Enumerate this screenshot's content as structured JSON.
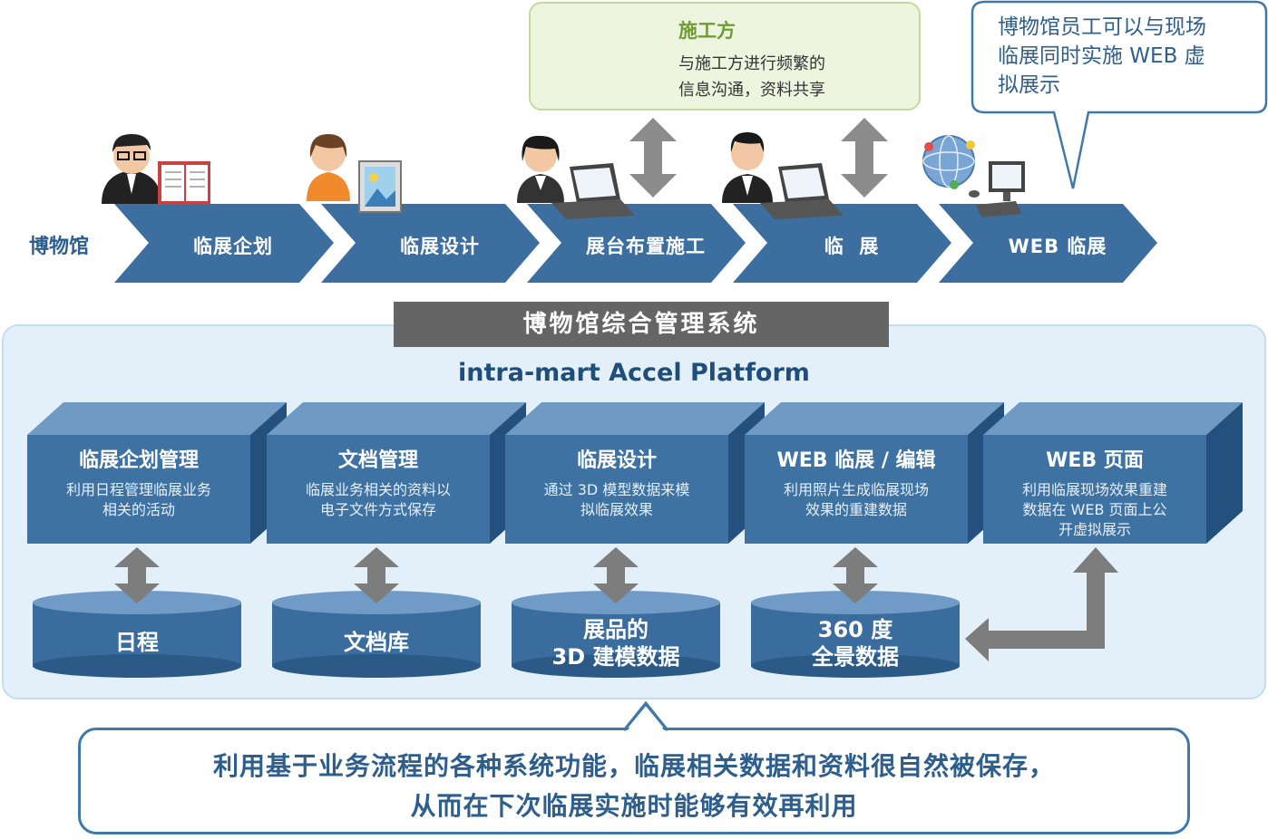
{
  "contractor": {
    "title": "施工方",
    "desc_line1": "与施工方进行频繁的",
    "desc_line2": "信息沟通，资料共享"
  },
  "web_note": {
    "line1": "博物馆员工可以与现场",
    "line2": "临展同时实施 WEB 虚",
    "line3": "拟展示"
  },
  "museum_label": "博物馆",
  "process_steps": [
    "临展企划",
    "临展设计",
    "展台布置施工",
    "临  展",
    "WEB 临展"
  ],
  "system": {
    "title": "博物馆综合管理系统",
    "platform": "intra-mart Accel Platform",
    "modules": [
      {
        "title": "临展企划管理",
        "desc": [
          "利用日程管理临展业务",
          "相关的活动"
        ]
      },
      {
        "title": "文档管理",
        "desc": [
          "临展业务相关的资料以",
          "电子文件方式保存"
        ]
      },
      {
        "title": "临展设计",
        "desc": [
          "通过 3D 模型数据来模",
          "拟临展效果"
        ]
      },
      {
        "title": "WEB 临展 / 编辑",
        "desc": [
          "利用照片生成临展现场",
          "效果的重建数据"
        ]
      },
      {
        "title": "WEB 页面",
        "desc": [
          "利用临展现场效果重建",
          "数据在 WEB 页面上公",
          "开虚拟展示"
        ]
      }
    ],
    "databases": [
      {
        "line1": "日程",
        "line2": ""
      },
      {
        "line1": "文档库",
        "line2": ""
      },
      {
        "line1": "展品的",
        "line2": "3D 建模数据"
      },
      {
        "line1": "360 度",
        "line2": "全景数据"
      }
    ]
  },
  "summary": {
    "line1": "利用基于业务流程的各种系统功能，临展相关数据和资料很自然被保存，",
    "line2": "从而在下次临展实施时能够有效再利用"
  },
  "colors": {
    "chevron": "#3c6f9f",
    "module_front": "#3d72a3",
    "module_top": "#6e9ac3",
    "module_side": "#23507c",
    "cylinder": "#3a6d9d",
    "arrow_grey": "#7d7d7d",
    "accent_green": "#6f9a35"
  }
}
